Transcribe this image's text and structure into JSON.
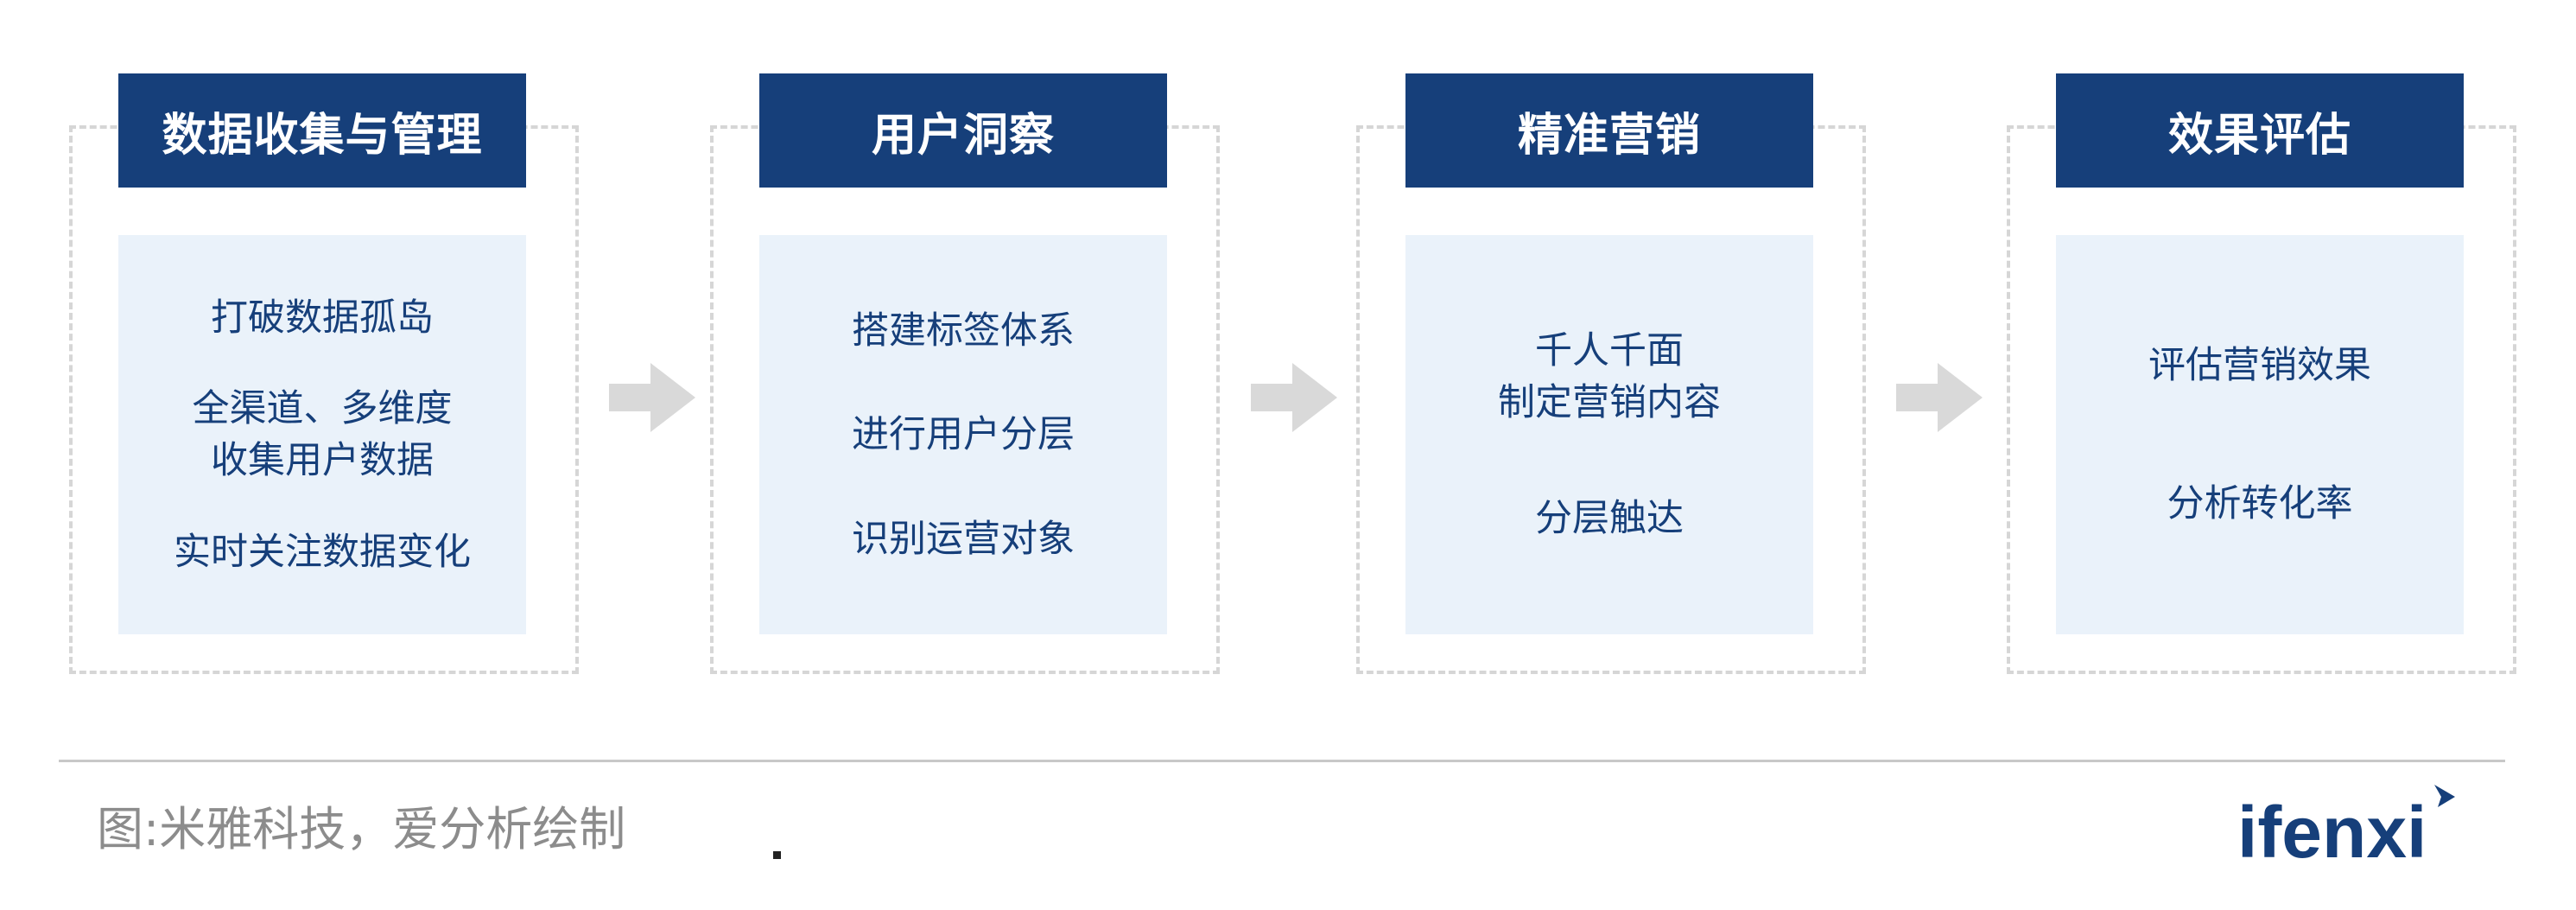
{
  "stages": [
    {
      "title": "数据收集与管理",
      "items": [
        "打破数据孤岛",
        "全渠道、多维度\n收集用户数据",
        "实时关注数据变化"
      ]
    },
    {
      "title": "用户洞察",
      "items": [
        "搭建标签体系",
        "进行用户分层",
        "识别运营对象"
      ]
    },
    {
      "title": "精准营销",
      "items": [
        "千人千面\n制定营销内容",
        "分层触达"
      ]
    },
    {
      "title": "效果评估",
      "items": [
        "评估营销效果",
        "分析转化率"
      ]
    }
  ],
  "caption": "图:米雅科技，爱分析绘制",
  "logo_text": "ifenxi",
  "colors": {
    "title_bg": "#163f7a",
    "body_bg": "#eaf2fa",
    "text": "#163f7a",
    "arrow": "#d9d9d9"
  }
}
